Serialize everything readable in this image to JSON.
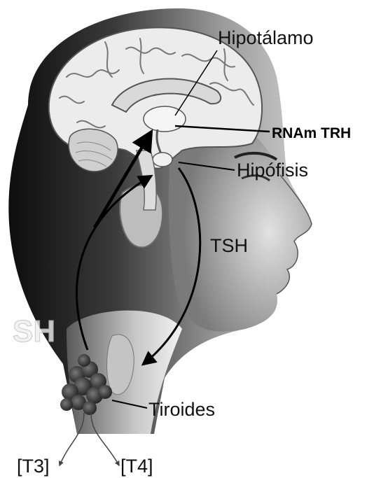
{
  "labels": {
    "hypothalamus": "Hipotálamo",
    "trh_mrna": "RNAm TRH",
    "pituitary": "Hipófisis",
    "tsh": "TSH",
    "thyroid": "Tiroides",
    "t3": "[T3]",
    "t4": "[T4]"
  },
  "watermark": "SH",
  "colors": {
    "ink": "#000000",
    "skin_dark": "#2a2a2a",
    "skin_mid": "#8a8a8a",
    "skin_light": "#d8d8d8",
    "brain": "#e9e9e9"
  }
}
